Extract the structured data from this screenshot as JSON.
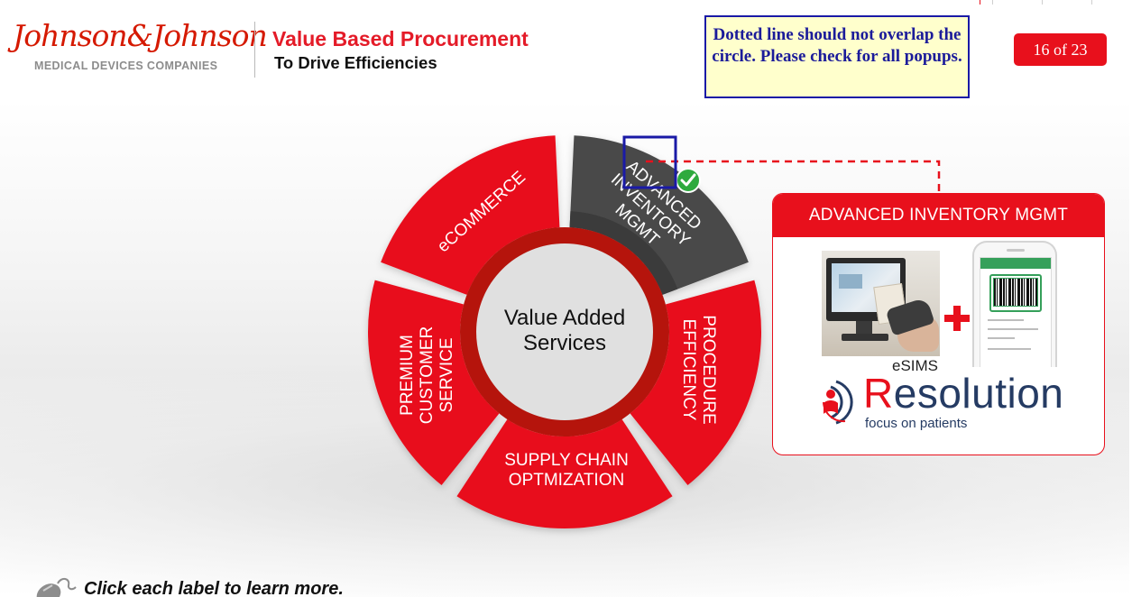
{
  "header": {
    "logo_wordmark": "Johnson&Johnson",
    "logo_subtitle": "MEDICAL DEVICES COMPANIES",
    "title": "Value Based Procurement",
    "subtitle": "To Drive Efficiencies"
  },
  "review_note": {
    "text": "Dotted line should not overlap the circle. Please check for all popups."
  },
  "page_counter": {
    "label": "16 of 23"
  },
  "wheel": {
    "center_line1": "Value Added",
    "center_line2": "Services",
    "segments": [
      {
        "id": "ecommerce",
        "lines": [
          "eCOMMERCE"
        ],
        "active": false
      },
      {
        "id": "advanced-inventory",
        "lines": [
          "ADVANCED",
          "INVENTORY",
          "MGMT"
        ],
        "active": true
      },
      {
        "id": "procedure-efficiency",
        "lines": [
          "PROCEDURE",
          "EFFICIENCY"
        ],
        "active": false
      },
      {
        "id": "supply-chain",
        "lines": [
          "SUPPLY CHAIN",
          "OPTMIZATION"
        ],
        "active": false
      },
      {
        "id": "premium-customer",
        "lines": [
          "PREMIUM",
          "CUSTOMER",
          "SERVICE"
        ],
        "active": false
      }
    ]
  },
  "popup": {
    "title": "ADVANCED INVENTORY MGMT",
    "image_caption": "eSIMS",
    "logo_word_red": "R",
    "logo_word_rest": "esolution",
    "logo_tagline": "focus on patients"
  },
  "footer": {
    "instruction": "Click each label to learn more."
  },
  "colors": {
    "brand_red": "#e8101c",
    "dark_red": "#b5140c",
    "active_grey": "#4a4a4a",
    "note_border": "#1a1aa6",
    "note_fill": "#ffffcc"
  }
}
